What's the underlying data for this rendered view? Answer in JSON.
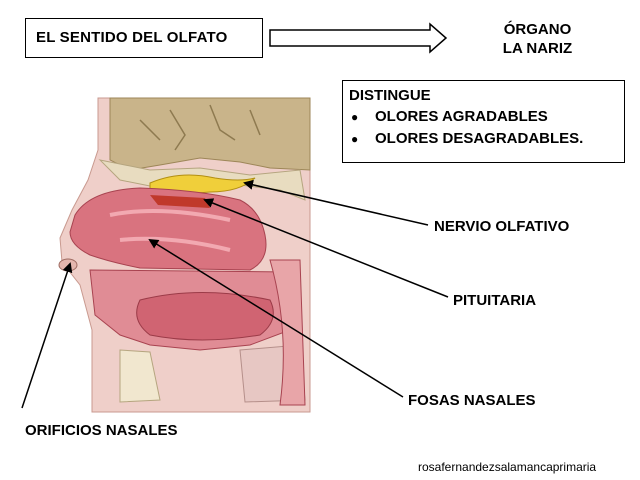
{
  "title": "EL SENTIDO DEL OLFATO",
  "organ": {
    "line1": "ÓRGANO",
    "line2": "LA NARIZ"
  },
  "distingue": {
    "heading": "DISTINGUE",
    "items": [
      "OLORES AGRADABLES",
      "OLORES DESAGRADABLES."
    ],
    "bullet": "●"
  },
  "labels": {
    "nervio_olfativo": "NERVIO OLFATIVO",
    "pituitaria": "PITUITARIA",
    "fosas_nasales": "FOSAS NASALES",
    "orificios_nasales": "ORIFICIOS NASALES"
  },
  "credit": "rosafernandezsalamancaprimaria",
  "colors": {
    "bone": "#d9c9a8",
    "brain": "#c9b48a",
    "tissue": "#e8a5a8",
    "nasal_cavity": "#d9737f",
    "olfactory_bulb": "#f0cf3a",
    "skin": "#efcfc9"
  }
}
